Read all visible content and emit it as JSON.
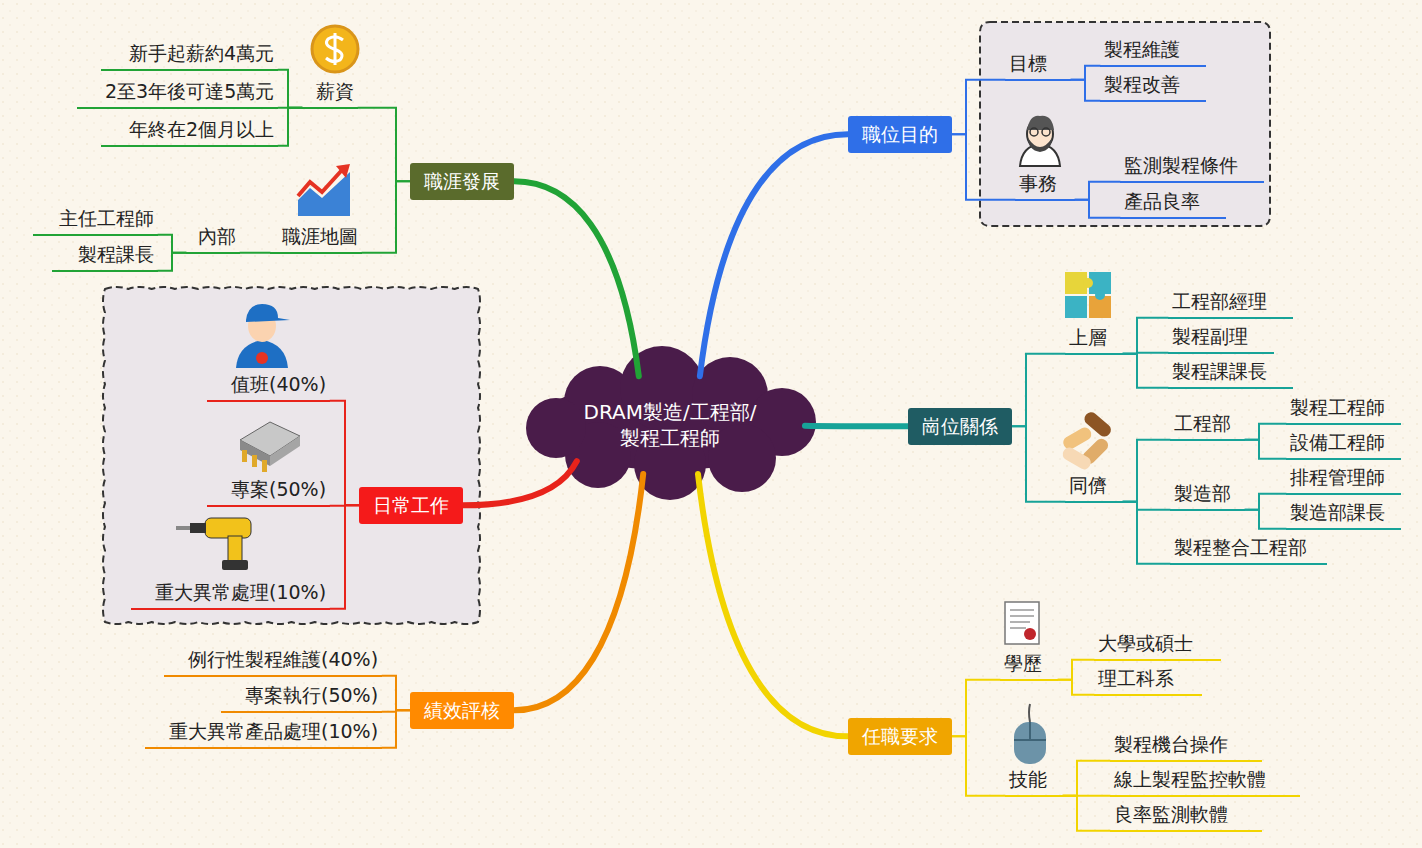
{
  "diagram": {
    "nodes": [
      {
        "text": [
          "DRAM製造/工程部/ 製程工程師"
        ]
      },
      {
        "text": [
          "職位目的"
        ]
      },
      {
        "text": [
          "目標"
        ]
      },
      {
        "text": [
          "製程維護"
        ]
      },
      {
        "text": [
          "製程改善"
        ]
      },
      {
        "text": [
          "事務"
        ]
      },
      {
        "text": [
          "監測製程條件"
        ]
      },
      {
        "text": [
          "產品良率"
        ]
      },
      {
        "text": [
          "崗位關係"
        ]
      },
      {
        "text": [
          "上層"
        ]
      },
      {
        "text": [
          "工程部經理"
        ]
      },
      {
        "text": [
          "製程副理"
        ]
      },
      {
        "text": [
          "製程課課長"
        ]
      },
      {
        "text": [
          "同儕"
        ]
      },
      {
        "text": [
          "工程部"
        ]
      },
      {
        "text": [
          "製程工程師"
        ]
      },
      {
        "text": [
          "設備工程師"
        ]
      },
      {
        "text": [
          "製造部"
        ]
      },
      {
        "text": [
          "排程管理師"
        ]
      },
      {
        "text": [
          "製造部課長"
        ]
      },
      {
        "text": [
          "製程整合工程部"
        ]
      },
      {
        "text": [
          "任職要求"
        ]
      },
      {
        "text": [
          "學歷"
        ]
      },
      {
        "text": [
          "大學或碩士"
        ]
      },
      {
        "text": [
          "理工科系"
        ]
      },
      {
        "text": [
          "技能"
        ]
      },
      {
        "text": [
          "製程機台操作"
        ]
      },
      {
        "text": [
          "線上製程監控軟體"
        ]
      },
      {
        "text": [
          "良率監測軟體"
        ]
      },
      {
        "text": [
          "職涯發展"
        ]
      },
      {
        "text": [
          "薪資"
        ]
      },
      {
        "text": [
          "新手起薪約4萬元"
        ]
      },
      {
        "text": [
          "2至3年後可達5萬元"
        ]
      },
      {
        "text": [
          "年終在2個月以上"
        ]
      },
      {
        "text": [
          "職涯地圖"
        ]
      },
      {
        "text": [
          "內部"
        ]
      },
      {
        "text": [
          "主任工程師"
        ]
      },
      {
        "text": [
          "製程課長"
        ]
      },
      {
        "text": [
          "日常工作"
        ]
      },
      {
        "text": [
          "值班(40%)"
        ]
      },
      {
        "text": [
          "專案(50%)"
        ]
      },
      {
        "text": [
          "重大異常處理(10%)"
        ]
      },
      {
        "text": [
          "績效評核"
        ]
      },
      {
        "text": [
          "例行性製程維護(40%)"
        ]
      },
      {
        "text": [
          "專案執行(50%)"
        ]
      },
      {
        "text": [
          "重大異常產品處理(10%)"
        ]
      }
    ],
    "edges": [
      {
        "from": 0,
        "to": 1,
        "arrow": "none"
      },
      {
        "from": 1,
        "to": 2,
        "arrow": "none"
      },
      {
        "from": 2,
        "to": 3,
        "arrow": "none"
      },
      {
        "from": 2,
        "to": 4,
        "arrow": "none"
      },
      {
        "from": 1,
        "to": 5,
        "arrow": "none"
      },
      {
        "from": 5,
        "to": 6,
        "arrow": "none"
      },
      {
        "from": 5,
        "to": 7,
        "arrow": "none"
      },
      {
        "from": 0,
        "to": 8,
        "arrow": "none"
      },
      {
        "from": 8,
        "to": 9,
        "arrow": "none"
      },
      {
        "from": 9,
        "to": 10,
        "arrow": "none"
      },
      {
        "from": 9,
        "to": 11,
        "arrow": "none"
      },
      {
        "from": 9,
        "to": 12,
        "arrow": "none"
      },
      {
        "from": 8,
        "to": 13,
        "arrow": "none"
      },
      {
        "from": 13,
        "to": 14,
        "arrow": "none"
      },
      {
        "from": 14,
        "to": 15,
        "arrow": "none"
      },
      {
        "from": 14,
        "to": 16,
        "arrow": "none"
      },
      {
        "from": 13,
        "to": 17,
        "arrow": "none"
      },
      {
        "from": 17,
        "to": 18,
        "arrow": "none"
      },
      {
        "from": 17,
        "to": 19,
        "arrow": "none"
      },
      {
        "from": 13,
        "to": 20,
        "arrow": "none"
      },
      {
        "from": 0,
        "to": 21,
        "arrow": "none"
      },
      {
        "from": 21,
        "to": 22,
        "arrow": "none"
      },
      {
        "from": 22,
        "to": 23,
        "arrow": "none"
      },
      {
        "from": 22,
        "to": 24,
        "arrow": "none"
      },
      {
        "from": 21,
        "to": 25,
        "arrow": "none"
      },
      {
        "from": 25,
        "to": 26,
        "arrow": "none"
      },
      {
        "from": 25,
        "to": 27,
        "arrow": "none"
      },
      {
        "from": 25,
        "to": 28,
        "arrow": "none"
      },
      {
        "from": 0,
        "to": 29,
        "arrow": "none"
      },
      {
        "from": 29,
        "to": 30,
        "arrow": "none"
      },
      {
        "from": 30,
        "to": 31,
        "arrow": "none"
      },
      {
        "from": 30,
        "to": 32,
        "arrow": "none"
      },
      {
        "from": 30,
        "to": 33,
        "arrow": "none"
      },
      {
        "from": 29,
        "to": 34,
        "arrow": "none"
      },
      {
        "from": 34,
        "to": 35,
        "arrow": "none"
      },
      {
        "from": 35,
        "to": 36,
        "arrow": "none"
      },
      {
        "from": 35,
        "to": 37,
        "arrow": "none"
      },
      {
        "from": 0,
        "to": 38,
        "arrow": "none"
      },
      {
        "from": 38,
        "to": 39,
        "arrow": "none"
      },
      {
        "from": 38,
        "to": 40,
        "arrow": "none"
      },
      {
        "from": 38,
        "to": 41,
        "arrow": "none"
      },
      {
        "from": 0,
        "to": 42,
        "arrow": "none"
      },
      {
        "from": 42,
        "to": 43,
        "arrow": "none"
      },
      {
        "from": 42,
        "to": 44,
        "arrow": "none"
      },
      {
        "from": 42,
        "to": 45,
        "arrow": "none"
      }
    ]
  }
}
